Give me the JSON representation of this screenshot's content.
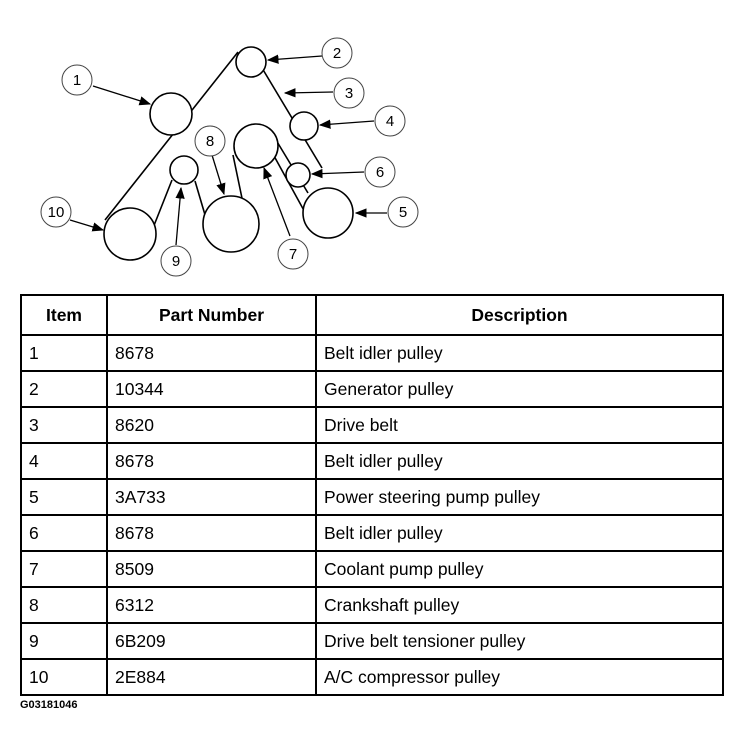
{
  "diagram": {
    "callouts": [
      "1",
      "2",
      "3",
      "4",
      "5",
      "6",
      "7",
      "8",
      "9",
      "10"
    ]
  },
  "table": {
    "headers": {
      "item": "Item",
      "part_number": "Part Number",
      "description": "Description"
    },
    "rows": [
      {
        "item": "1",
        "part_number": "8678",
        "description": "Belt idler pulley"
      },
      {
        "item": "2",
        "part_number": "10344",
        "description": "Generator pulley"
      },
      {
        "item": "3",
        "part_number": "8620",
        "description": "Drive belt"
      },
      {
        "item": "4",
        "part_number": "8678",
        "description": "Belt idler pulley"
      },
      {
        "item": "5",
        "part_number": "3A733",
        "description": "Power steering pump pulley"
      },
      {
        "item": "6",
        "part_number": "8678",
        "description": "Belt idler pulley"
      },
      {
        "item": "7",
        "part_number": "8509",
        "description": "Coolant pump pulley"
      },
      {
        "item": "8",
        "part_number": "6312",
        "description": "Crankshaft pulley"
      },
      {
        "item": "9",
        "part_number": "6B209",
        "description": "Drive belt tensioner pulley"
      },
      {
        "item": "10",
        "part_number": "2E884",
        "description": "A/C compressor pulley"
      }
    ]
  },
  "figure_code": "G03181046"
}
